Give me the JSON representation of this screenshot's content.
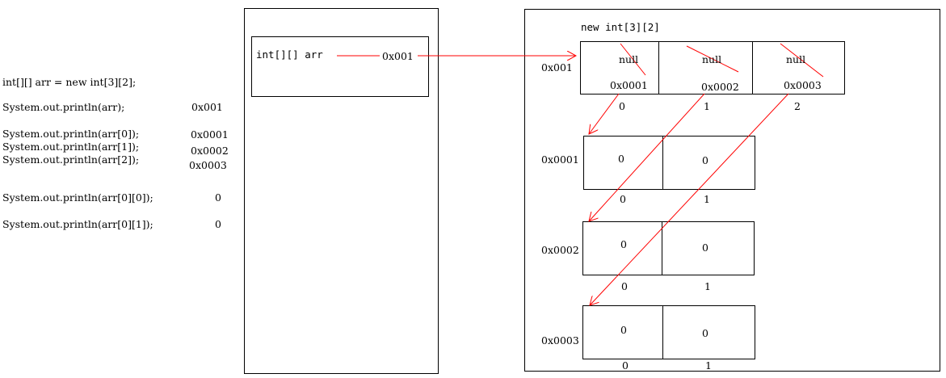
{
  "code": {
    "declaration": "int[][] arr = new int[3][2];",
    "lines": [
      {
        "stmt": "System.out.println(arr);",
        "out": "0x001"
      },
      {
        "stmt": "System.out.println(arr[0]);",
        "out": "0x0001"
      },
      {
        "stmt": "System.out.println(arr[1]);",
        "out": "0x0002"
      },
      {
        "stmt": "System.out.println(arr[2]);",
        "out": "0x0003"
      },
      {
        "stmt": "System.out.println(arr[0][0]);",
        "out": "0"
      },
      {
        "stmt": "System.out.println(arr[0][1]);",
        "out": "0"
      }
    ]
  },
  "stack": {
    "var": "int[][] arr",
    "value": "0x001"
  },
  "heap": {
    "label": "new int[3][2]",
    "outer": {
      "address": "0x001",
      "cells": [
        {
          "old": "null",
          "new": "0x0001",
          "index": "0"
        },
        {
          "old": "null",
          "new": "0x0002",
          "index": "1"
        },
        {
          "old": "null",
          "new": "0x0003",
          "index": "2"
        }
      ]
    },
    "inner": [
      {
        "address": "0x0001",
        "values": [
          "0",
          "0"
        ],
        "indexes": [
          "0",
          "1"
        ]
      },
      {
        "address": "0x0002",
        "values": [
          "0",
          "0"
        ],
        "indexes": [
          "0",
          "1"
        ]
      },
      {
        "address": "0x0003",
        "values": [
          "0",
          "0"
        ],
        "indexes": [
          "0",
          "1"
        ]
      }
    ]
  },
  "colors": {
    "arrow": "#ff0000",
    "line": "#000000"
  }
}
